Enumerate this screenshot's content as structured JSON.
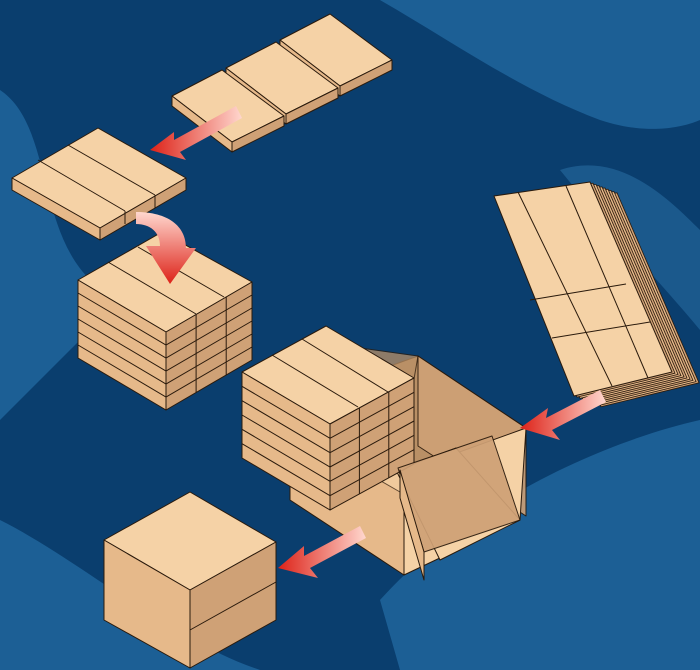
{
  "diagram": {
    "background_colors": {
      "deep": "#0a3e6e",
      "band": "#1c5f95",
      "band_light": "#2a6fa6"
    },
    "cardboard_colors": {
      "top": "#f5d2a6",
      "left": "#e6b98a",
      "right": "#cfa176",
      "inside": "#b99066",
      "outline": "#2a1a0c"
    },
    "arrow_colors": {
      "solid": "#dd2218",
      "fade": "#ffd7ce"
    },
    "steps": [
      "single-products",
      "product-row",
      "product-stack",
      "flat-blanks",
      "open-case-packing",
      "sealed-case"
    ],
    "arrows": [
      "arrow-row-to-pack",
      "arrow-pack-to-stack",
      "arrow-blank-to-case",
      "arrow-case-to-sealed"
    ]
  }
}
